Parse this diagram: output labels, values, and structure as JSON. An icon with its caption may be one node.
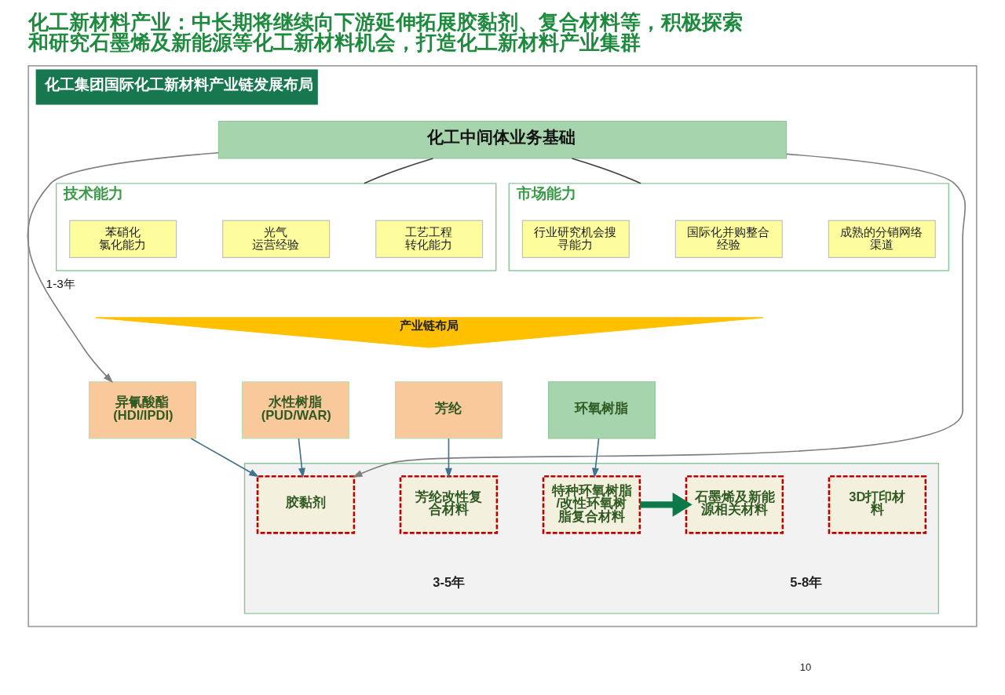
{
  "diagram": {
    "title": "化工新材料产业：中长期将继续向下游延伸拓展胶黏剂、复合材料等，积极探索和研究石墨烯及新能源等化工新材料机会，打造化工新材料产业集群",
    "nodes": [
      {
        "text": [
          "化工集团国际化工新材料产业链发展布局"
        ]
      },
      {
        "text": [
          "化工中间体业务基础"
        ],
        "in": 0
      },
      {
        "text": [
          "技术能力"
        ],
        "in": 0
      },
      {
        "text": [
          "苯硝化氯化能力"
        ],
        "in": 2
      },
      {
        "text": [
          "光气运营经验"
        ],
        "in": 2
      },
      {
        "text": [
          "工艺工程转化能力"
        ],
        "in": 2
      },
      {
        "text": [
          "市场能力"
        ],
        "in": 0
      },
      {
        "text": [
          "行业研究机会搜寻能力"
        ],
        "in": 6
      },
      {
        "text": [
          "国际化并购整合经验"
        ],
        "in": 6
      },
      {
        "text": [
          "成熟的分销网络渠道"
        ],
        "in": 6
      },
      {
        "text": [
          "产业链布局"
        ],
        "in": 0
      },
      {
        "text": [
          "异氰酸酯(HDI/IPDI)"
        ],
        "in": 0
      },
      {
        "text": [
          "水性树脂(PUD/WAR)"
        ],
        "in": 0
      },
      {
        "text": [
          "芳纶"
        ],
        "in": 0
      },
      {
        "text": [
          "环氧树脂"
        ],
        "in": 0
      },
      {
        "text": [],
        "shape": "box",
        "in": 0
      },
      {
        "text": [
          "胶黏剂"
        ],
        "in": 15
      },
      {
        "text": [
          "芳纶改性复合材料"
        ],
        "in": 15
      },
      {
        "text": [
          "特种环氧树脂/改性环氧树脂复合材料"
        ],
        "in": 15
      },
      {
        "text": [
          "石墨烯及新能源相关材料"
        ],
        "in": 15
      },
      {
        "text": [
          "3D打印材料"
        ],
        "in": 15
      }
    ],
    "edges": [
      {
        "from": 1,
        "to": 11,
        "arrow": "to",
        "label": "1-3年",
        "color": "#7f7f7f"
      },
      {
        "from": 1,
        "to": 16,
        "arrow": "to",
        "color": "#7f7f7f"
      },
      {
        "from": 1,
        "to": 2,
        "arrow": "none",
        "color": "#404040"
      },
      {
        "from": 1,
        "to": 6,
        "arrow": "none",
        "color": "#404040"
      },
      {
        "from": 11,
        "to": 16,
        "arrow": "to"
      },
      {
        "from": 12,
        "to": 16,
        "arrow": "to"
      },
      {
        "from": 13,
        "to": 17,
        "arrow": "to"
      },
      {
        "from": 14,
        "to": 18,
        "arrow": "to"
      },
      {
        "from": 18,
        "to": 19,
        "arrow": "to",
        "style": "thick",
        "color": "#0b7a48"
      }
    ],
    "labels": [
      "3-5年",
      "5-8年",
      "10"
    ]
  }
}
